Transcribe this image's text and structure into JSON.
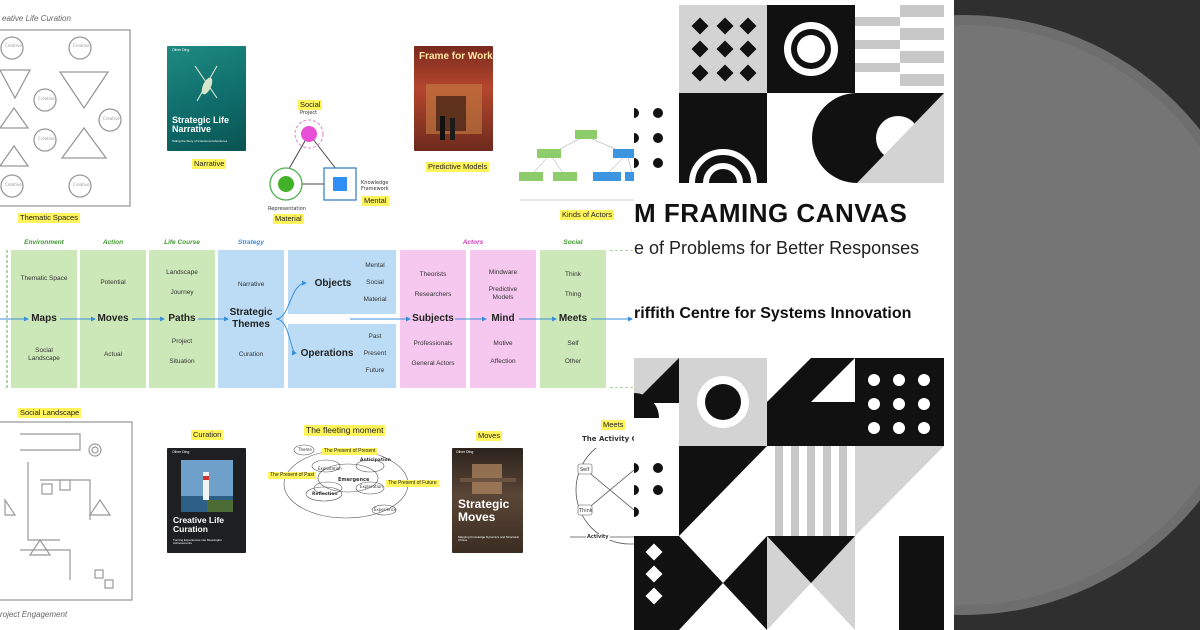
{
  "top_left": {
    "section_title": "eative Life Curation",
    "thematic_spaces_label": "Thematic Spaces",
    "narrative_label": "Narrative",
    "narrative_book": {
      "author": "Oliver Ding",
      "title": "Strategic Life Narrative",
      "subtitle": "Telling the Story of Intentional Adventures"
    },
    "diagram_labels": {
      "social": "Social",
      "project": "Project",
      "representation": "Representation",
      "material": "Material",
      "knowledge": "Knowledge Framework",
      "mental": "Mental"
    },
    "predictive_book": {
      "title": "Frame for Work"
    },
    "predictive_label": "Predictive Models",
    "kinds_label": "Kinds of Actors"
  },
  "flow": {
    "headers": {
      "environment": "Environment",
      "action": "Action",
      "life_course": "Life Course",
      "strategy": "Strategy",
      "actors": "Actors",
      "social": "Social"
    },
    "environment": {
      "top": "Thematic Space",
      "main": "Maps",
      "bottom": "Social Landscape"
    },
    "action": {
      "top": "Potential",
      "main": "Moves",
      "bottom": "Actual"
    },
    "life_course": {
      "top1": "Landscape",
      "top2": "Journey",
      "main": "Paths",
      "bottom1": "Project",
      "bottom2": "Situation"
    },
    "strategy": {
      "top": "Narrative",
      "main": "Strategic Themes",
      "bottom": "Curation"
    },
    "objects": {
      "main": "Objects",
      "i1": "Mental",
      "i2": "Social",
      "i3": "Material"
    },
    "operations": {
      "main": "Operations",
      "i1": "Past",
      "i2": "Present",
      "i3": "Future"
    },
    "subjects": {
      "top1": "Theorists",
      "top2": "Researchers",
      "main": "Subjects",
      "bottom1": "Professionals",
      "bottom2": "General Actors"
    },
    "mind": {
      "top1": "Mindware",
      "top2": "Predictive Models",
      "main": "Mind",
      "bottom1": "Motive",
      "bottom2": "Affection"
    },
    "meets": {
      "top1": "Think",
      "top2": "Thing",
      "main": "Meets",
      "bottom1": "Self",
      "bottom2": "Other"
    }
  },
  "bottom_left": {
    "social_landscape_label": "Social Landscape",
    "curation_label": "Curation",
    "curation_book": {
      "author": "Oliver Ding",
      "title": "Creative Life Curation",
      "subtitle": "Turning Experiences into Meaningful Achievements"
    },
    "fleeting_label": "The fleeting moment",
    "fleeting": {
      "present": "The Present of Present",
      "past": "The Present of Past",
      "future": "The Present of Future",
      "emergence": "Emergence",
      "anticipation": "Anticipation",
      "reflection": "Reflection",
      "exploitation": "Exploitation",
      "exploration": "Exploration",
      "theme": "Theme",
      "experience": "Experience"
    },
    "moves_label": "Moves",
    "moves_book": {
      "author": "Oliver Ding",
      "title": "Strategic Moves",
      "subtitle": "Mapping Knowledge Dynamics and Structural Choice"
    },
    "meets_label": "Meets",
    "activity_title": "The Activity Ci",
    "activity_self": "Self",
    "activity_think": "Think",
    "activity_axis": "Activity",
    "project_engagement": "roject Engagement"
  },
  "canvas": {
    "title": "M FRAMING CANVAS",
    "subtitle": "e of Problems for Better Responses",
    "org": "riffith Centre for Systems Innovation"
  },
  "colors": {
    "green": "#cde8b8",
    "blue": "#bcdcf5",
    "pink": "#f6c7ef",
    "grey": "#d4d4d4",
    "black": "#111111",
    "highlight": "#fff45c",
    "arrow": "#3b8fd9"
  }
}
